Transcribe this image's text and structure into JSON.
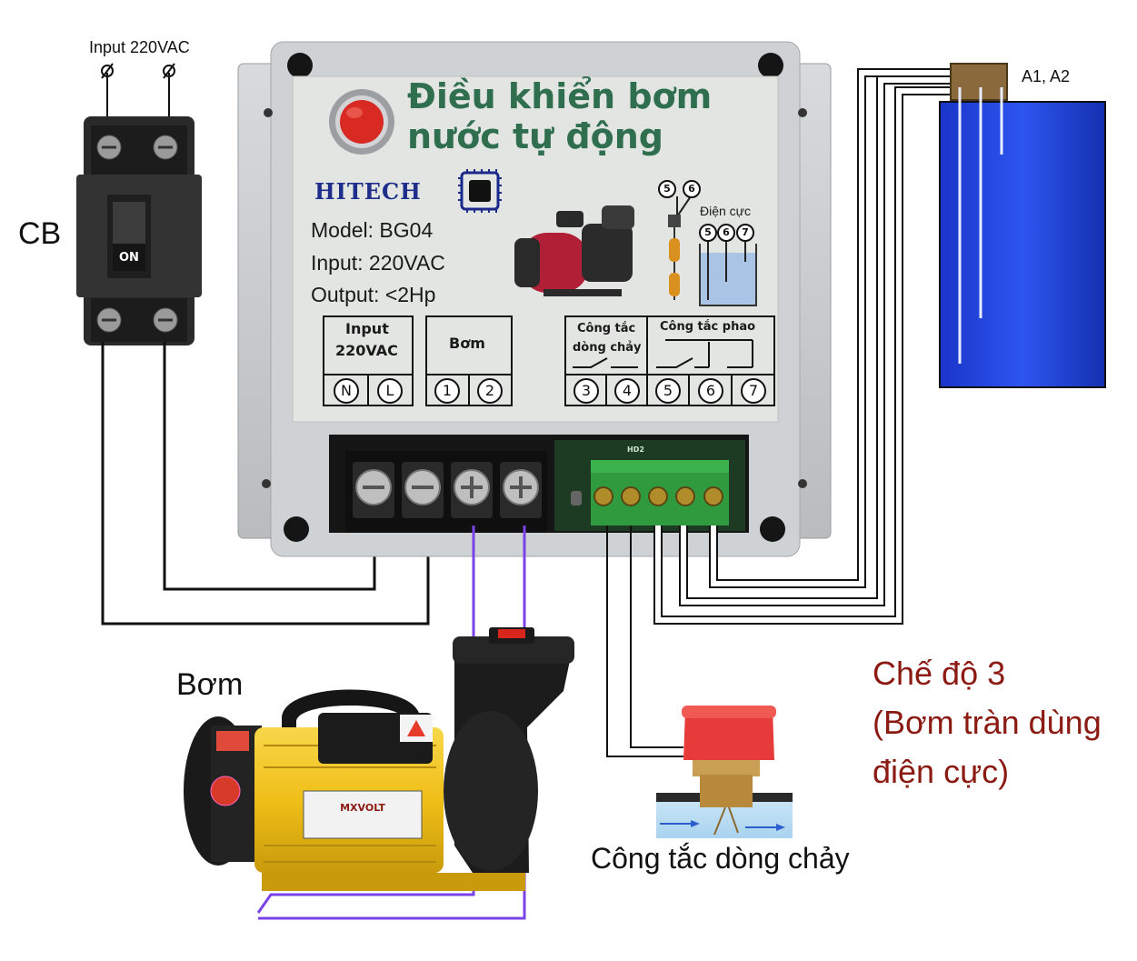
{
  "labels": {
    "input_220vac": "Input 220VAC",
    "cb": "CB",
    "bom": "Bơm",
    "cong_tac_dong_chay": "Công tắc dòng chảy",
    "a1_a2": "A1, A2",
    "mode_line1": "Chế độ 3",
    "mode_line2": "(Bơm tràn dùng",
    "mode_line3": "điện cực)"
  },
  "breaker": {
    "switch_label": "ON"
  },
  "controller": {
    "title_line1": "Điều khiển bơm",
    "title_line2": "nước tự động",
    "brand": "HITECH",
    "model": "Model:  BG04",
    "input": "Input: 220VAC",
    "output": "Output: <2Hp",
    "dien_cuc": "Điện cực",
    "terminal_groups": {
      "input_line1": "Input",
      "input_line2": "220VAC",
      "bom": "Bơm",
      "flow_line1": "Công tắc",
      "flow_line2": "dòng chảy",
      "float": "Công tắc phao"
    },
    "terminals": [
      "N",
      "L",
      "1",
      "2",
      "3",
      "4",
      "5",
      "6",
      "7"
    ],
    "board_label": "HD2"
  },
  "pump": {
    "brand": "MXVOLT"
  },
  "colors": {
    "controller_body": "#c9ccce",
    "panel_face": "#e3e5e3",
    "title_green": "#2f6e4f",
    "brand_blue": "#1f2e8a",
    "tank_blue": "#1f3fd6",
    "pump_yellow": "#f3c51f",
    "motor_wire": "#7a43e8",
    "mode_text": "#8b1a12",
    "flow_switch_red": "#e63b3a"
  },
  "icons": [
    "breaker-icon",
    "pump-icon",
    "flow-switch-icon",
    "water-tank-icon",
    "chip-icon",
    "red-button-icon"
  ]
}
